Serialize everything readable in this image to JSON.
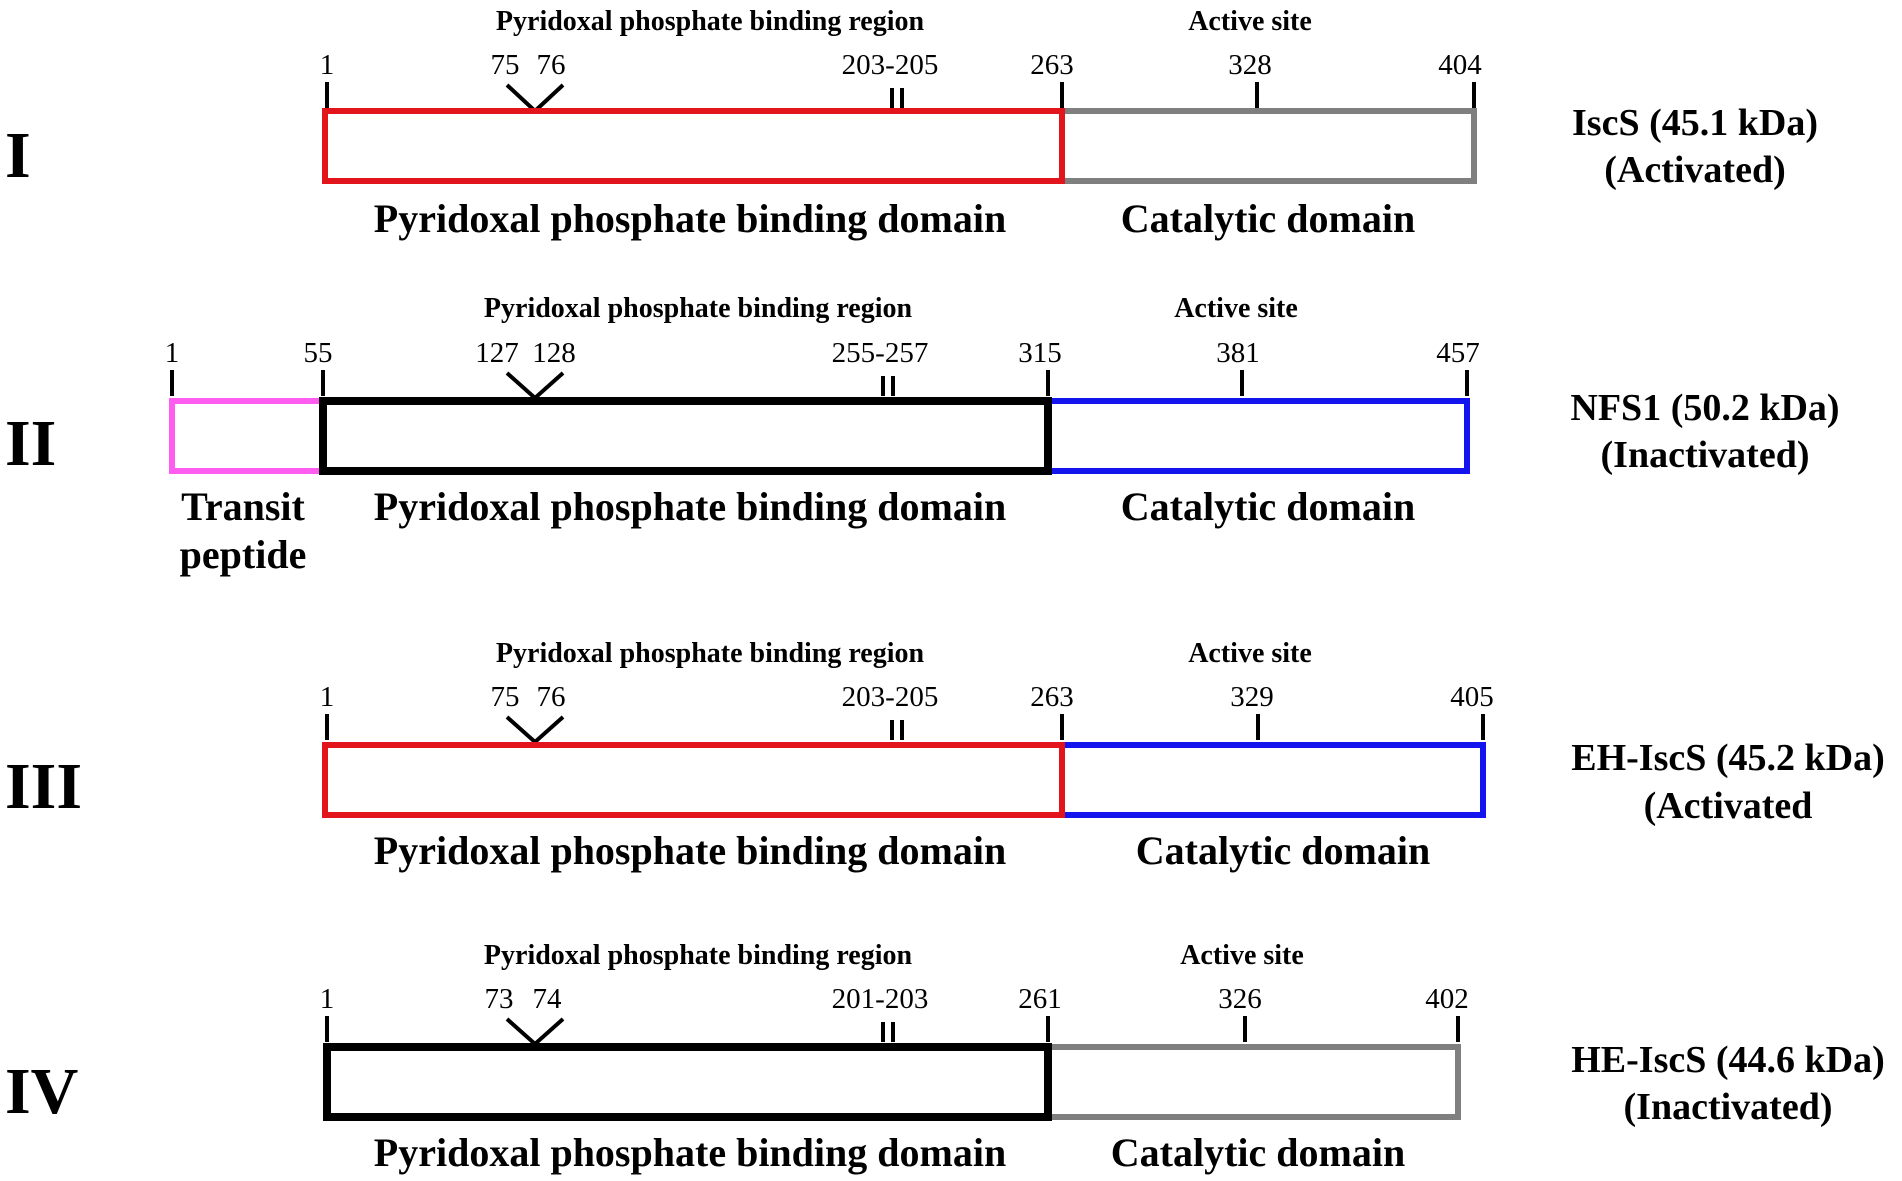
{
  "proteins": [
    {
      "numeral": "I",
      "name": "IscS (45.1 kDa)",
      "status": "(Activated)",
      "region_label": "Pyridoxal phosphate binding region",
      "active_label": "Active site",
      "positions": [
        "1",
        "75",
        "76",
        "203-205",
        "263",
        "328",
        "404"
      ],
      "domains": [
        "Pyridoxal phosphate binding domain",
        "Catalytic domain"
      ],
      "colors": {
        "binding": "#e3151c",
        "catalytic": "#7f7f7f"
      }
    },
    {
      "numeral": "II",
      "name": "NFS1 (50.2 kDa)",
      "status": "(Inactivated)",
      "region_label": "Pyridoxal phosphate binding region",
      "active_label": "Active site",
      "positions": [
        "1",
        "55",
        "127",
        "128",
        "255-257",
        "315",
        "381",
        "457"
      ],
      "transit_label_1": "Transit",
      "transit_label_2": "peptide",
      "domains": [
        "Pyridoxal phosphate binding domain",
        "Catalytic domain"
      ],
      "colors": {
        "transit": "#ff5cf0",
        "binding": "#000000",
        "catalytic": "#1414ee"
      }
    },
    {
      "numeral": "III",
      "name": "EH-IscS (45.2 kDa)",
      "status": "(Activated",
      "region_label": "Pyridoxal phosphate binding region",
      "active_label": "Active site",
      "positions": [
        "1",
        "75",
        "76",
        "203-205",
        "263",
        "329",
        "405"
      ],
      "domains": [
        "Pyridoxal phosphate binding domain",
        "Catalytic domain"
      ],
      "colors": {
        "binding": "#e3151c",
        "catalytic": "#1414ee"
      }
    },
    {
      "numeral": "IV",
      "name": "HE-IscS (44.6 kDa)",
      "status": "(Inactivated)",
      "region_label": "Pyridoxal phosphate binding region",
      "active_label": "Active site",
      "positions": [
        "1",
        "73",
        "74",
        "201-203",
        "261",
        "326",
        "402"
      ],
      "domains": [
        "Pyridoxal phosphate binding domain",
        "Catalytic domain"
      ],
      "colors": {
        "binding": "#000000",
        "catalytic": "#7f7f7f"
      }
    }
  ]
}
